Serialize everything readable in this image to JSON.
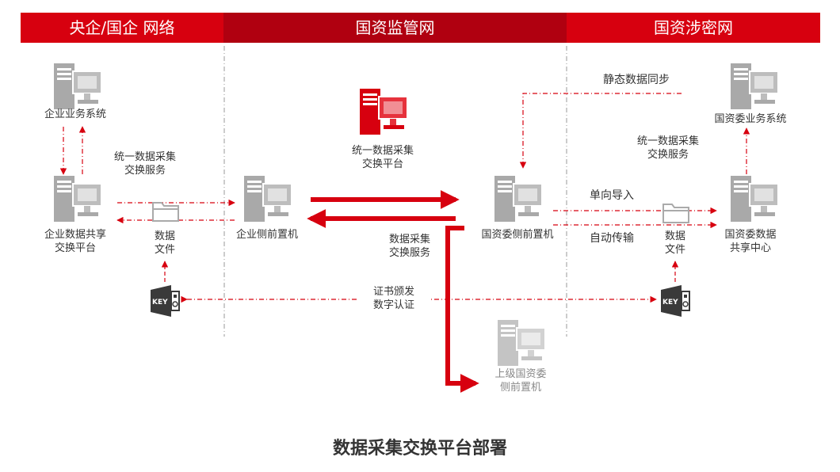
{
  "headers": {
    "left": "央企/国企 网络",
    "middle": "国资监管网",
    "right": "国资涉密网"
  },
  "nodes": {
    "enterprise_business": "企业业务系统",
    "enterprise_share_l1": "企业数据共享",
    "enterprise_share_l2": "交换平台",
    "enterprise_front": "企业侧前置机",
    "platform_l1": "统一数据采集",
    "platform_l2": "交换平台",
    "sasac_front": "国资委侧前置机",
    "upper_front_l1": "上级国资委",
    "upper_front_l2": "侧前置机",
    "sasac_business": "国资委业务系统",
    "sasac_center_l1": "国资委数据",
    "sasac_center_l2": "共享中心"
  },
  "labels": {
    "left_service_l1": "统一数据采集",
    "left_service_l2": "交换服务",
    "left_file_l1": "数据",
    "left_file_l2": "文件",
    "mid_service_l1": "数据采集",
    "mid_service_l2": "交换服务",
    "cert_l1": "证书颁发",
    "cert_l2": "数字认证",
    "static_sync": "静态数据同步",
    "right_service_l1": "统一数据采集",
    "right_service_l2": "交换服务",
    "one_way_import": "单向导入",
    "auto_transfer": "自动传输",
    "right_file_l1": "数据",
    "right_file_l2": "文件",
    "key_text": "KEY"
  },
  "footer_title": "数据采集交换平台部署",
  "colors": {
    "brand_red": "#d7000f",
    "dark_red": "#b00010",
    "icon_gray": "#a9a9a9"
  }
}
